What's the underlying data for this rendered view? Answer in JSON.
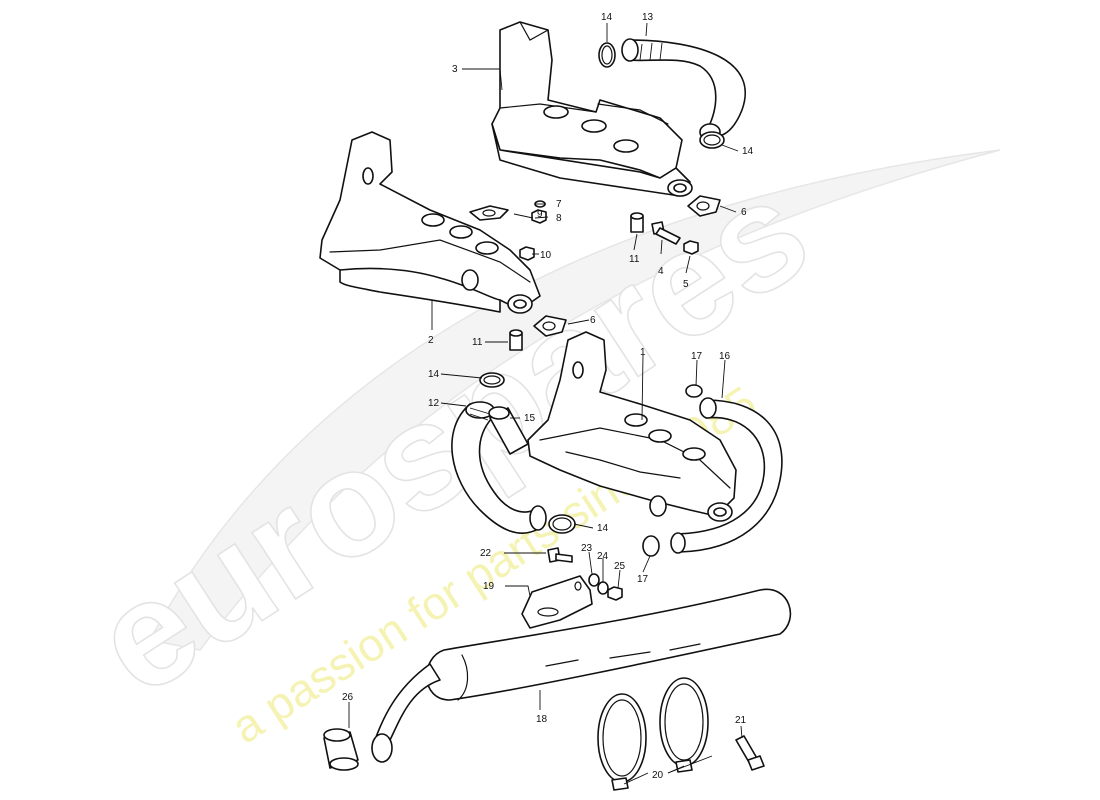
{
  "watermark": {
    "brand": "eurospares",
    "tagline": "a passion for parts since 1985",
    "brand_color": "#e3e3e3",
    "tagline_color": "#f2ef9a"
  },
  "diagram": {
    "part_labels": [
      {
        "id": "l1",
        "text": "1"
      },
      {
        "id": "l2",
        "text": "2"
      },
      {
        "id": "l3",
        "text": "3"
      },
      {
        "id": "l4",
        "text": "4"
      },
      {
        "id": "l5",
        "text": "5"
      },
      {
        "id": "l6a",
        "text": "6"
      },
      {
        "id": "l6b",
        "text": "6"
      },
      {
        "id": "l7",
        "text": "7"
      },
      {
        "id": "l8",
        "text": "8"
      },
      {
        "id": "l9",
        "text": "9"
      },
      {
        "id": "l10",
        "text": "10"
      },
      {
        "id": "l11a",
        "text": "11"
      },
      {
        "id": "l11b",
        "text": "11"
      },
      {
        "id": "l12",
        "text": "12"
      },
      {
        "id": "l13",
        "text": "13"
      },
      {
        "id": "l14a",
        "text": "14"
      },
      {
        "id": "l14b",
        "text": "14"
      },
      {
        "id": "l14c",
        "text": "14"
      },
      {
        "id": "l14d",
        "text": "14"
      },
      {
        "id": "l15",
        "text": "15"
      },
      {
        "id": "l16",
        "text": "16"
      },
      {
        "id": "l17a",
        "text": "17"
      },
      {
        "id": "l17b",
        "text": "17"
      },
      {
        "id": "l18",
        "text": "18"
      },
      {
        "id": "l19",
        "text": "19"
      },
      {
        "id": "l20",
        "text": "20"
      },
      {
        "id": "l21",
        "text": "21"
      },
      {
        "id": "l22",
        "text": "22"
      },
      {
        "id": "l23",
        "text": "23"
      },
      {
        "id": "l24",
        "text": "24"
      },
      {
        "id": "l25",
        "text": "25"
      },
      {
        "id": "l26",
        "text": "26"
      }
    ]
  }
}
